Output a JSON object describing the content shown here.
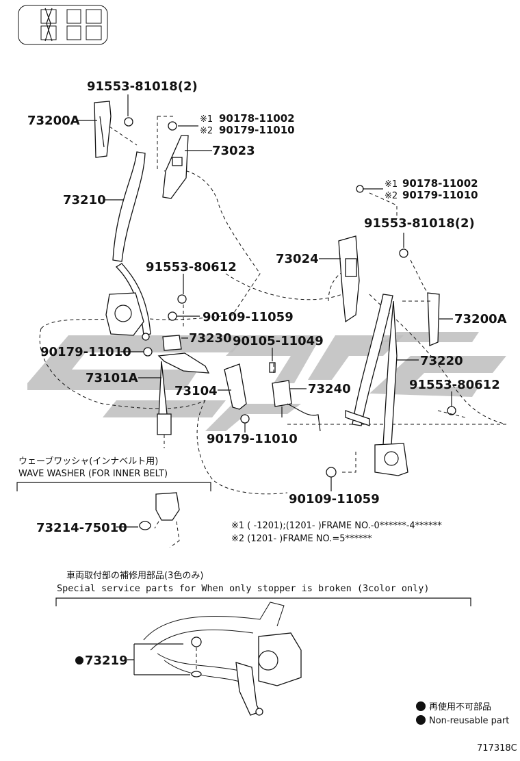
{
  "diagram_code": "717318C",
  "labels": {
    "p91553_81018_top": "91553-81018(2)",
    "p73200A_left": "73200A",
    "p90178_left": "90178-11002",
    "p90179_left": "90179-11010",
    "p73023": "73023",
    "p73210": "73210",
    "p90178_right": "90178-11002",
    "p90179_right": "90179-11010",
    "p91553_81018_right": "91553-81018(2)",
    "p73024": "73024",
    "p91553_80612_left": "91553-80612",
    "p90109_11059_left": "90109-11059",
    "p73200A_right": "73200A",
    "p73230": "73230",
    "p90105_11049": "90105-11049",
    "p90179_11010_left": "90179-11010",
    "p73220": "73220",
    "p73101A": "73101A",
    "p73104": "73104",
    "p73240": "73240",
    "p91553_80612_right": "91553-80612",
    "p90179_11010_mid": "90179-11010",
    "p90109_11059_bottom": "90109-11059",
    "p73214_75010": "73214-75010",
    "p73219": "73219"
  },
  "marks": {
    "m1": "※1",
    "m2": "※2"
  },
  "wave_washer": {
    "jp": "ウェーブワッシャ(インナベルト用)",
    "en": "WAVE WASHER (FOR INNER BELT)"
  },
  "frame_notes": {
    "n1": "※1 (      -1201);(1201-        )FRAME NO.-0******-4******",
    "n2": "※2 (1201-      )FRAME NO.=5******"
  },
  "service_parts": {
    "jp": "車両取付部の補修用部品(3色のみ)",
    "en": "Special  service  parts  for  When  only  stopper  is  broken  (3color  only)"
  },
  "legend": {
    "jp": "再使用不可部品",
    "en": "Non-reusable part"
  }
}
